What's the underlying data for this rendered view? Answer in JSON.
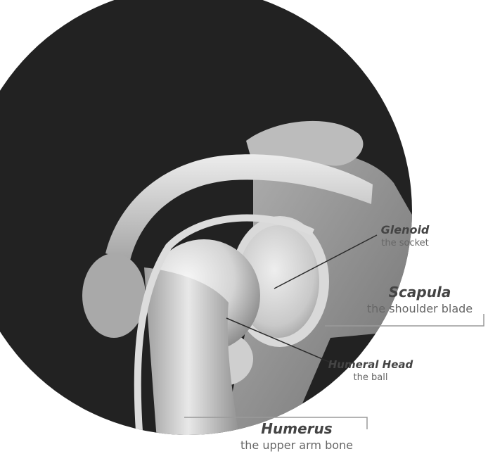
{
  "labels": {
    "glenoid": {
      "title": "Glenoid",
      "subtitle": "the socket"
    },
    "scapula": {
      "title": "Scapula",
      "subtitle": "the shoulder blade"
    },
    "humeral_head": {
      "title": "Humeral Head",
      "subtitle": "the ball"
    },
    "humerus": {
      "title": "Humerus",
      "subtitle": "the upper arm bone"
    }
  },
  "colors": {
    "background_disc": "#222222",
    "bone_light": "#e6e6e6",
    "bone_mid": "#bdbdbd",
    "bone_dark": "#8a8a8a",
    "leader_line": "#2b2b2b",
    "bracket_line": "#9a9a9a",
    "label_title": "#444444",
    "label_subtitle": "#666666"
  }
}
